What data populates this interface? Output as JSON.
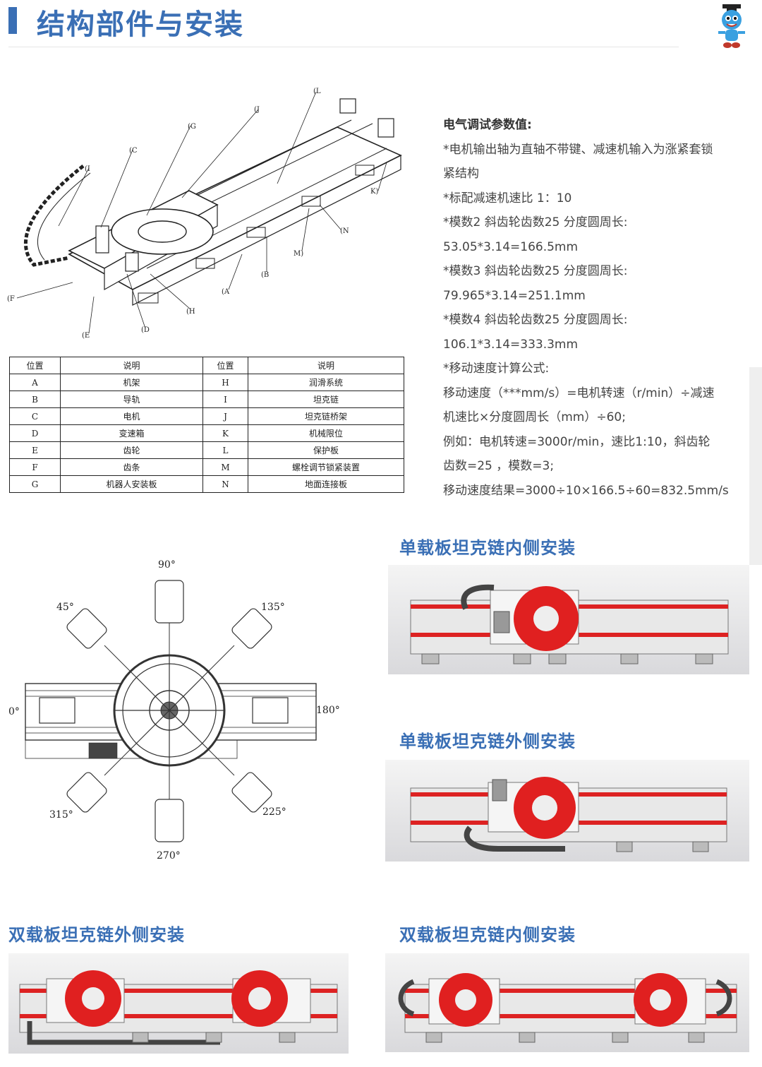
{
  "header": {
    "title": "结构部件与安装"
  },
  "params": {
    "heading": "电气调试参数值:",
    "lines": [
      "*电机输出轴为直轴不带键、减速机输入为涨紧套锁",
      "紧结构",
      "*标配减速机速比 1：10",
      "*模数2  斜齿轮齿数25  分度圆周长:",
      "53.05*3.14=166.5mm",
      "*模数3  斜齿轮齿数25  分度圆周长:",
      "79.965*3.14=251.1mm",
      "*模数4  斜齿轮齿数25  分度圆周长:",
      "106.1*3.14=333.3mm",
      "*移动速度计算公式:",
      "移动速度（***mm/s）=电机转速（r/min）÷减速",
      "机速比×分度圆周长（mm）÷60;",
      "例如：电机转速=3000r/min，速比1:10，斜齿轮",
      "齿数=25 ，模数=3;",
      "移动速度结果=3000÷10×166.5÷60=832.5mm/s"
    ]
  },
  "drawing": {
    "callouts": [
      "(L",
      "(J",
      "(G",
      "(C",
      "(I",
      "K)",
      "(N",
      "M)",
      "(B",
      "(A",
      "(H",
      "(D",
      "(E",
      "(F"
    ]
  },
  "legend": {
    "headers": [
      "位置",
      "说明",
      "位置",
      "说明"
    ],
    "rows": [
      [
        "A",
        "机架",
        "H",
        "润滑系统"
      ],
      [
        "B",
        "导轨",
        "I",
        "坦克链"
      ],
      [
        "C",
        "电机",
        "J",
        "坦克链桥架"
      ],
      [
        "D",
        "变速箱",
        "K",
        "机械限位"
      ],
      [
        "E",
        "齿轮",
        "L",
        "保护板"
      ],
      [
        "F",
        "齿条",
        "M",
        "螺栓调节锁紧装置"
      ],
      [
        "G",
        "机器人安装板",
        "N",
        "地面连接板"
      ]
    ]
  },
  "angles": [
    "90°",
    "45°",
    "135°",
    "0°",
    "180°",
    "315°",
    "225°",
    "270°"
  ],
  "sections": {
    "single_inner": "单载板坦克链内侧安装",
    "single_outer": "单载板坦克链外侧安装",
    "double_outer": "双载板坦克链外侧安装",
    "double_inner": "双载板坦克链内侧安装"
  },
  "colors": {
    "accent": "#3a6fb5",
    "plate_red": "#e02020"
  }
}
